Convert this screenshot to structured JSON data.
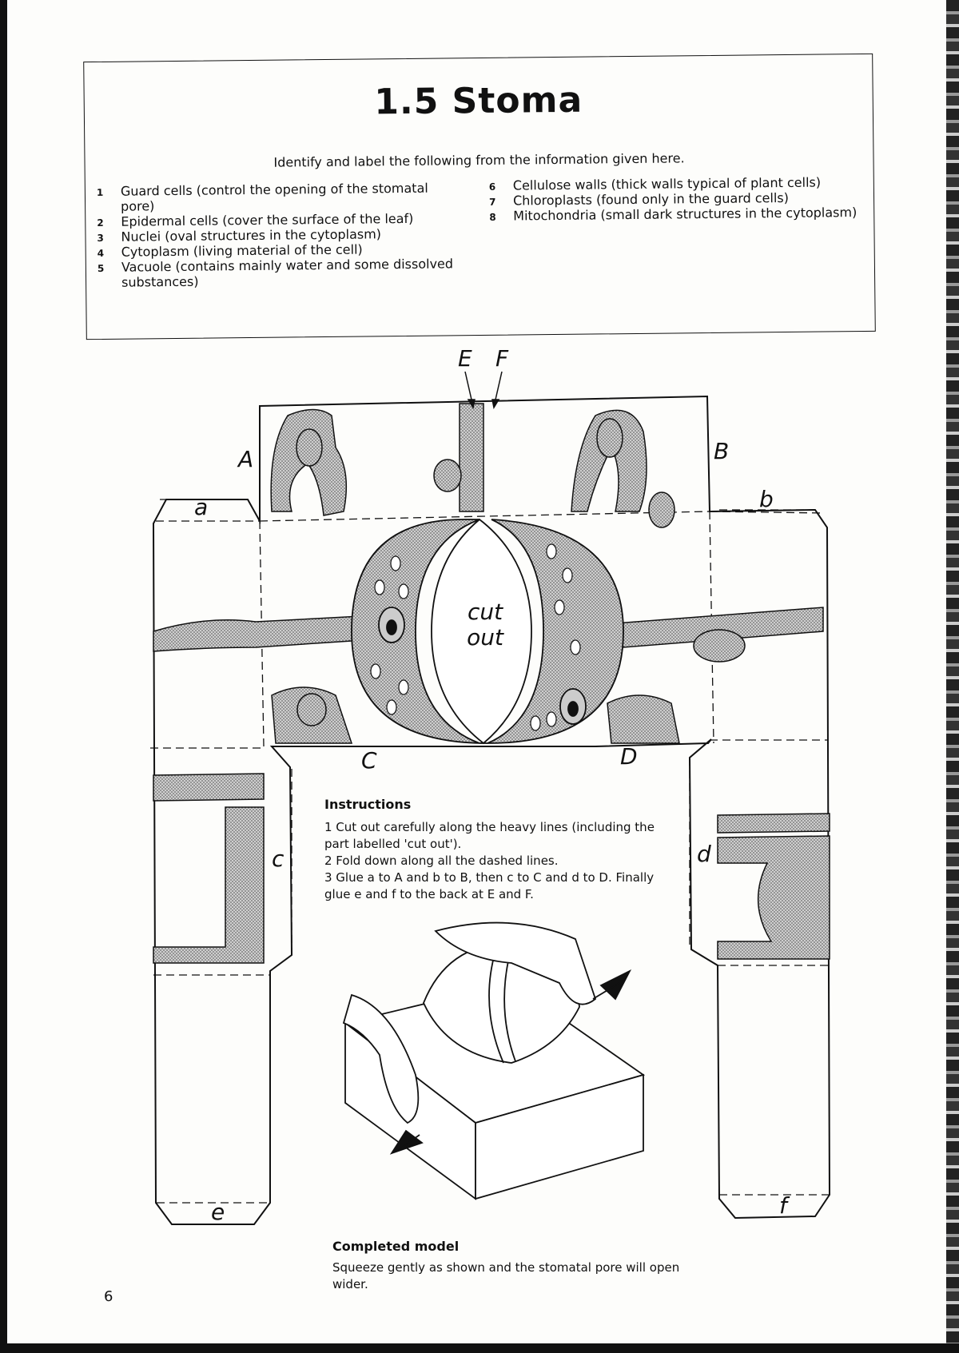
{
  "title": "1.5 Stoma",
  "intro": "Identify and label the following from the information given here.",
  "parts_left": [
    {
      "num": "1",
      "text": "Guard cells (control the opening of the stomatal pore)"
    },
    {
      "num": "2",
      "text": "Epidermal cells (cover the surface of the leaf)"
    },
    {
      "num": "3",
      "text": "Nuclei (oval structures in the cytoplasm)"
    },
    {
      "num": "4",
      "text": "Cytoplasm (living material of the cell)"
    },
    {
      "num": "5",
      "text": "Vacuole (contains mainly water and some dissolved substances)"
    }
  ],
  "parts_right": [
    {
      "num": "6",
      "text": "Cellulose walls (thick walls typical of plant cells)"
    },
    {
      "num": "7",
      "text": "Chloroplasts (found only in the guard cells)"
    },
    {
      "num": "8",
      "text": "Mitochondria (small dark structures in the cytoplasm)"
    }
  ],
  "diagram_labels": {
    "E": "E",
    "F": "F",
    "A": "A",
    "B": "B",
    "a": "a",
    "b": "b",
    "C": "C",
    "D": "D",
    "c": "c",
    "d": "d",
    "e": "e",
    "f": "f"
  },
  "cut_out": [
    "cut",
    "out"
  ],
  "instructions": {
    "heading": "Instructions",
    "steps": [
      "1  Cut out carefully along the heavy lines (including the part labelled 'cut out').",
      "2  Fold down along all the dashed lines.",
      "3  Glue a to A and b to B, then c to C and d to D. Finally glue e and f to the back at E and F."
    ]
  },
  "completed": {
    "heading": "Completed model",
    "text": "Squeeze gently as shown and the stomatal pore will open wider."
  },
  "page_number": "6",
  "colors": {
    "ink": "#111111",
    "stipple": "#9a9a9a",
    "paper": "#fdfdfb"
  }
}
